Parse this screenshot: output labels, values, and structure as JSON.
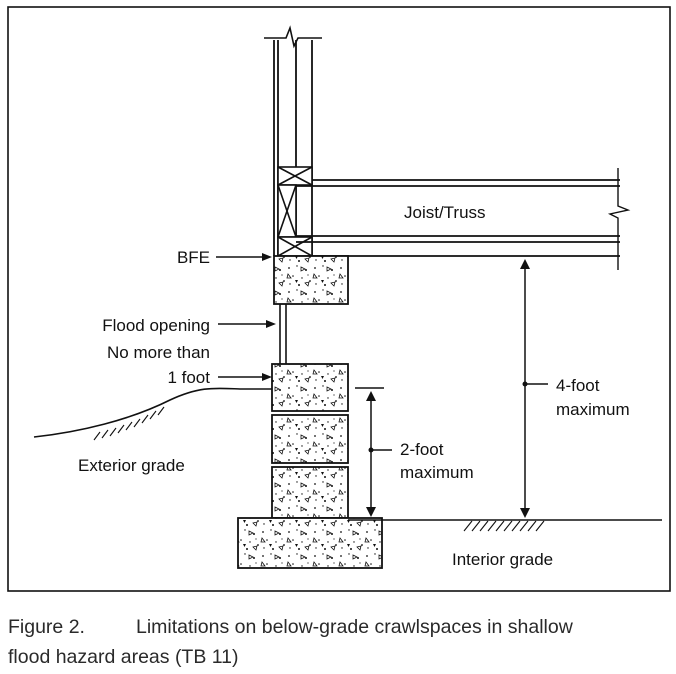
{
  "labels": {
    "joist": "Joist/Truss",
    "bfe": "BFE",
    "flood_opening": "Flood opening",
    "no_more_than": "No more than",
    "one_foot": "1 foot",
    "exterior_grade": "Exterior grade",
    "two_foot": "2-foot",
    "two_foot_max": "maximum",
    "four_foot": "4-foot",
    "four_foot_max": "maximum",
    "interior_grade": "Interior grade"
  },
  "caption": {
    "number": "Figure 2.",
    "line1": "Limitations on below-grade crawlspaces in shallow",
    "line2": "flood hazard areas (TB 11)"
  },
  "colors": {
    "line": "#111111",
    "caption": "#2a2a2a"
  }
}
